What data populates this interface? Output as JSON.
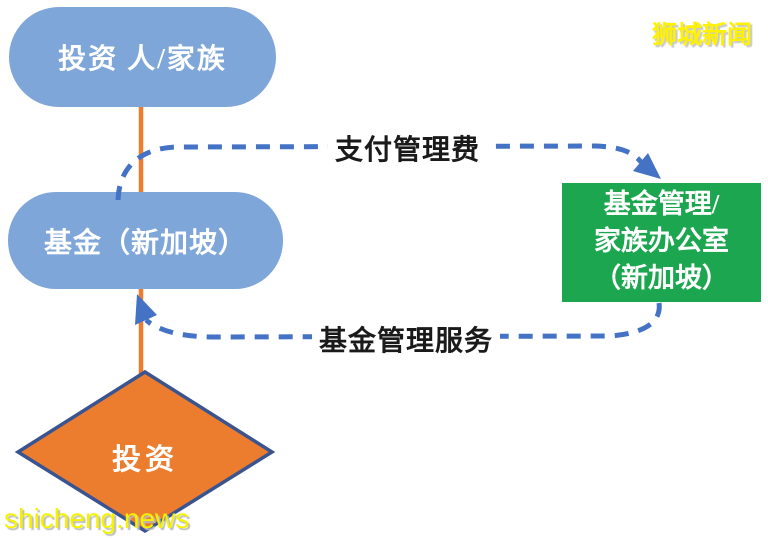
{
  "nodes": {
    "investor": {
      "label": "投资 人/家族"
    },
    "fund": {
      "label": "基金（新加坡）"
    },
    "manager": {
      "line1": "基金管理/",
      "line2": "家族办公室",
      "line3": "（新加坡）"
    },
    "investment": {
      "label": "投资"
    }
  },
  "edges": {
    "pay_fee": {
      "label": "支付管理费",
      "from": "fund",
      "to": "manager"
    },
    "service": {
      "label": "基金管理服务",
      "from": "manager",
      "to": "fund"
    }
  },
  "watermarks": {
    "site_name": "狮城新闻",
    "site_url": "shicheng.news"
  },
  "colors": {
    "node_blue": "#7FA6D8",
    "node_green": "#1CA64F",
    "node_orange": "#EC7D2F",
    "diamond_border": "#3A5490",
    "arrow_blue": "#4472C4",
    "connector_orange": "#EC7D2F",
    "label_text": "#1A1A1A",
    "watermark_yellow": "#FFF200",
    "background": "#FFFFFF"
  }
}
